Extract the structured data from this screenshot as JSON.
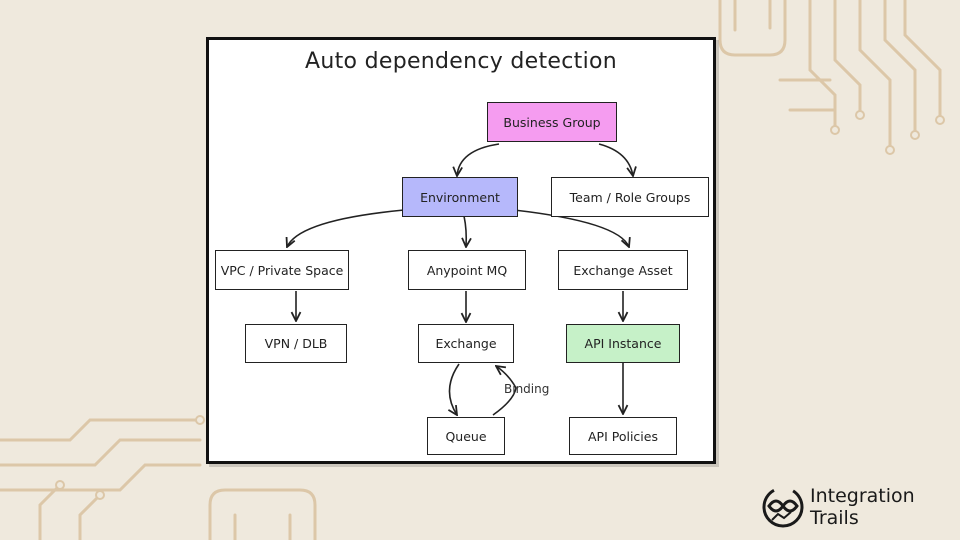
{
  "title": "Auto dependency detection",
  "colors": {
    "background": "#efe9dd",
    "circuit": "#d9c3a3",
    "business_group": "#f59cf0",
    "environment": "#b6b8fb",
    "api_instance": "#c6f1c8"
  },
  "nodes": {
    "business_group": "Business Group",
    "environment": "Environment",
    "team_role_groups": "Team / Role Groups",
    "vpc_private_space": "VPC / Private Space",
    "anypoint_mq": "Anypoint MQ",
    "exchange_asset": "Exchange Asset",
    "vpn_dlb": "VPN / DLB",
    "exchange": "Exchange",
    "api_instance": "API Instance",
    "queue": "Queue",
    "api_policies": "API Policies"
  },
  "edge_labels": {
    "binding": "Binding"
  },
  "brand": {
    "line1": "Integration",
    "line2": "Trails",
    "logo": "integration-trails-logo-icon"
  }
}
